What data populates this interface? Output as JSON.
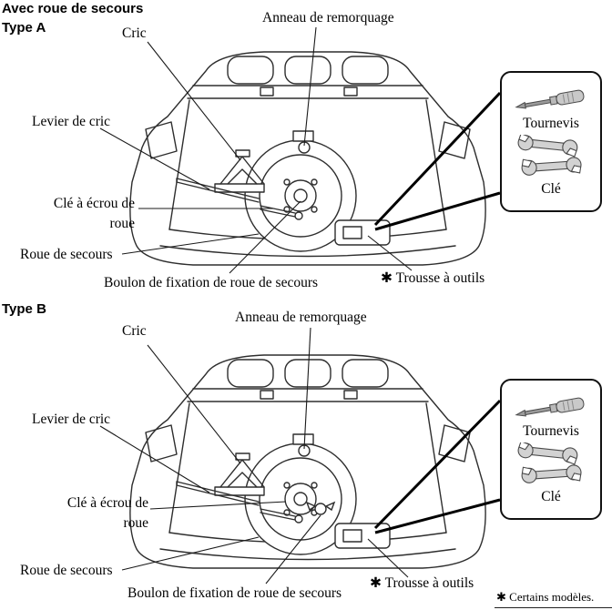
{
  "page": {
    "title": "Avec roue de secours",
    "footnote": "✱ Certains modèles."
  },
  "colors": {
    "ink": "#2e2e2e",
    "leader": "#1a1a1a"
  },
  "sections": [
    {
      "type_label": "Type A",
      "labels": {
        "anneau": "Anneau de remorquage",
        "cric": "Cric",
        "levier": "Levier de cric",
        "cle_ecrou": "Clé à écrou de roue",
        "roue": "Roue de secours",
        "boulon": "Boulon de fixation de roue de secours",
        "trousse": "✱ Trousse à outils"
      },
      "toolbox": {
        "tournevis": "Tournevis",
        "cle": "Clé"
      }
    },
    {
      "type_label": "Type B",
      "labels": {
        "anneau": "Anneau de remorquage",
        "cric": "Cric",
        "levier": "Levier de cric",
        "cle_ecrou": "Clé à écrou de roue",
        "roue": "Roue de secours",
        "boulon": "Boulon de fixation de roue de secours",
        "trousse": "✱ Trousse à outils"
      },
      "toolbox": {
        "tournevis": "Tournevis",
        "cle": "Clé"
      }
    }
  ]
}
